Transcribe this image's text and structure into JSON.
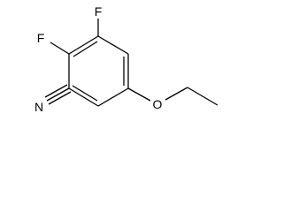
{
  "molecule": {
    "atoms": {
      "fluorine_top": "F",
      "fluorine_left": "F",
      "nitrogen": "N",
      "oxygen": "O"
    }
  }
}
